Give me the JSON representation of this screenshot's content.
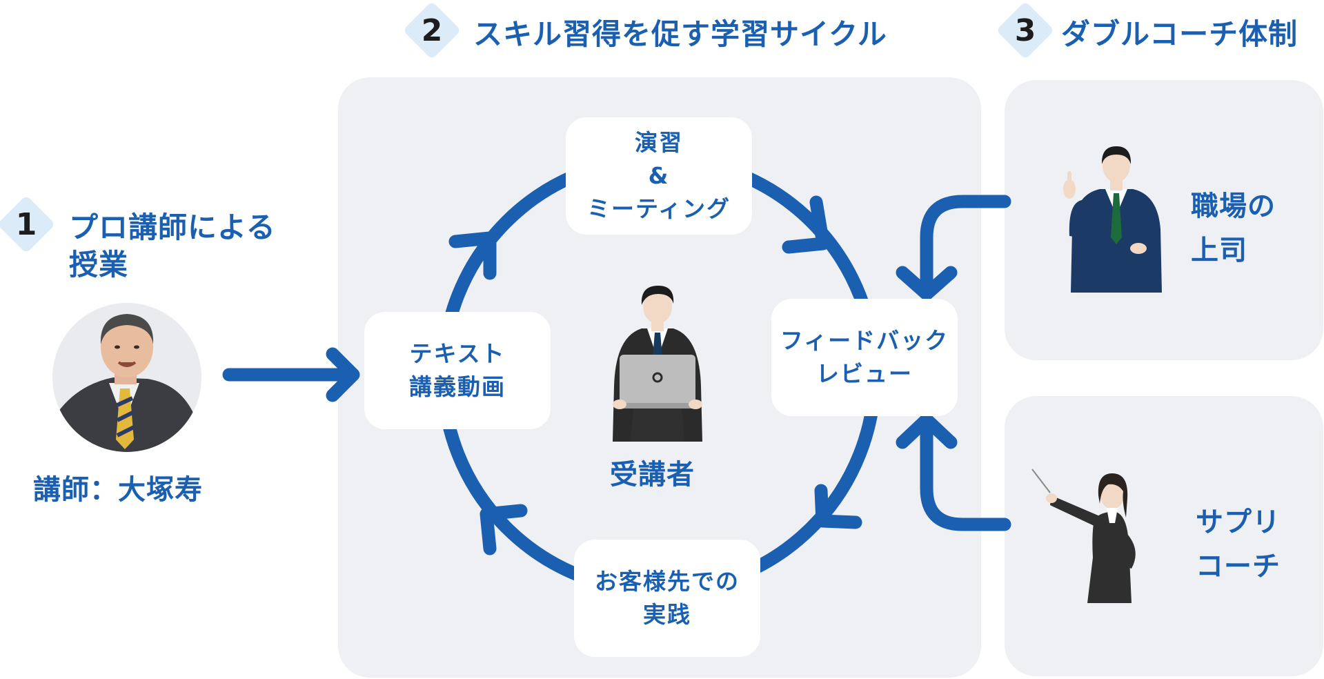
{
  "section1": {
    "number": "1",
    "title_line1": "プロ講師による",
    "title_line2": "授業",
    "instructor_caption": "講師：大塚寿"
  },
  "section2": {
    "number": "2",
    "title": "スキル習得を促す学習サイクル",
    "cards": {
      "practice_line1": "演習",
      "practice_line2": "&",
      "practice_line3": "ミーティング",
      "text_line1": "テキスト",
      "text_line2": "講義動画",
      "feedback_line1": "フィードバック",
      "feedback_line2": "レビュー",
      "client_line1": "お客様先での",
      "client_line2": "実践"
    },
    "learner_label": "受講者"
  },
  "section3": {
    "number": "3",
    "title": "ダブルコーチ体制",
    "boss_line1": "職場の",
    "boss_line2": "上司",
    "coach_line1": "サプリ",
    "coach_line2": "コーチ"
  },
  "colors": {
    "accent": "#1a5fb0",
    "panel": "#eef0f4",
    "badge": "#dcebf8"
  }
}
